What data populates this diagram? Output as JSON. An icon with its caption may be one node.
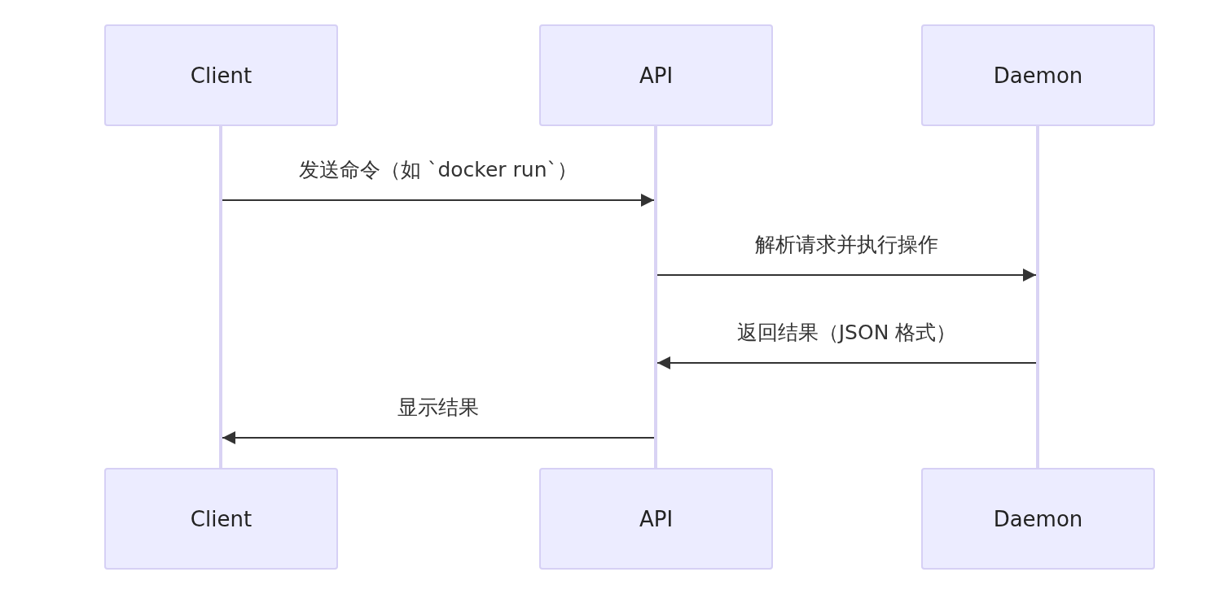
{
  "diagram": {
    "nodes": [
      {
        "text": [
          "Client"
        ]
      },
      {
        "text": [
          "API"
        ]
      },
      {
        "text": [
          "Daemon"
        ]
      },
      {
        "text": [],
        "shape": "bar"
      },
      {
        "text": [],
        "shape": "bar"
      },
      {
        "text": [],
        "shape": "bar"
      },
      {
        "text": [
          "Client"
        ]
      },
      {
        "text": [
          "API"
        ]
      },
      {
        "text": [
          "Daemon"
        ]
      }
    ],
    "edges": [
      {
        "from": 3,
        "to": 4,
        "arrow": "to",
        "label": "发送命令（如 `docker run`）"
      },
      {
        "from": 4,
        "to": 5,
        "arrow": "to",
        "label": "解析请求并执行操作"
      },
      {
        "from": 5,
        "to": 4,
        "arrow": "to",
        "label": "返回结果（JSON 格式）"
      },
      {
        "from": 4,
        "to": 3,
        "arrow": "to",
        "label": "显示结果"
      }
    ]
  }
}
